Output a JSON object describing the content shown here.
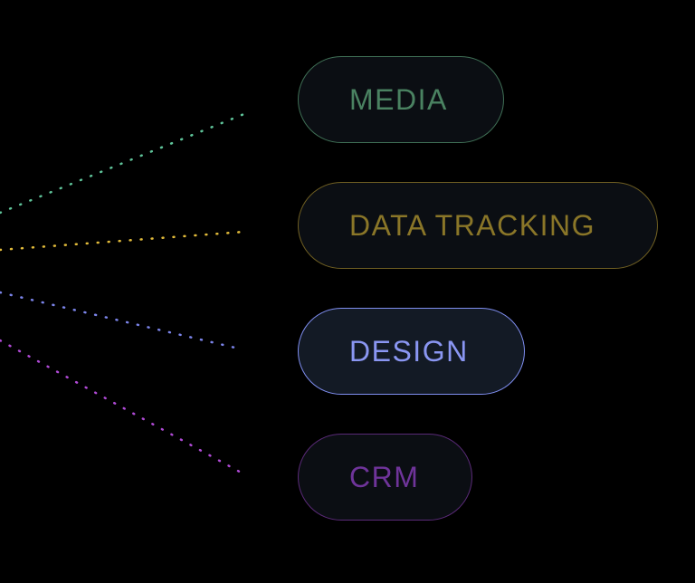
{
  "tags": [
    {
      "id": "media",
      "label": "MEDIA",
      "border_color": "#3f6f55",
      "text_color": "#4a8261",
      "line_color": "#5fc49a",
      "highlighted": false
    },
    {
      "id": "data-tracking",
      "label": "DATA TRACKING",
      "border_color": "#6e5e22",
      "text_color": "#8a7628",
      "line_color": "#e2bb3a",
      "highlighted": false
    },
    {
      "id": "design",
      "label": "DESIGN",
      "border_color": "#7f8ef0",
      "text_color": "#8a96f2",
      "line_color": "#7b84ea",
      "highlighted": true
    },
    {
      "id": "crm",
      "label": "CRM",
      "border_color": "#5a2a78",
      "text_color": "#6f349a",
      "line_color": "#b04ad6",
      "highlighted": false
    }
  ]
}
